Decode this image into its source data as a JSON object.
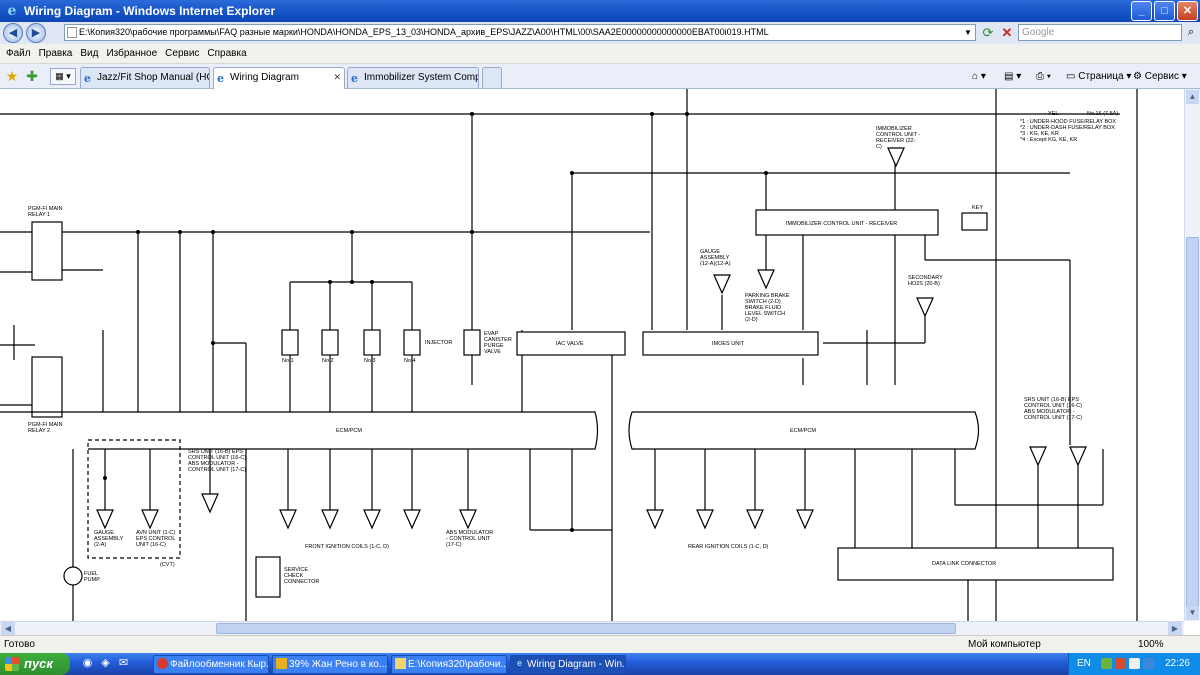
{
  "window": {
    "title": "Wiring Diagram - Windows Internet Explorer",
    "buttons": [
      "_",
      "□",
      "✕"
    ]
  },
  "address_bar": {
    "url": "E:\\Копия320\\рабочие программы\\FAQ разные марки\\HONDA\\HONDA_EPS_13_03\\HONDA_архив_EPS\\JAZZ\\A00\\HTML\\00\\SAA2E00000000000000EBAT00i019.HTML",
    "search_placeholder": "Google"
  },
  "menu": [
    "Файл",
    "Правка",
    "Вид",
    "Избранное",
    "Сервис",
    "Справка"
  ],
  "tabs": [
    {
      "label": "Jazz/Fit Shop Manual (HOND...",
      "active": false
    },
    {
      "label": "Wiring Diagram",
      "active": true
    },
    {
      "label": "Immobilizer System Compone...",
      "active": false
    }
  ],
  "toolbar": {
    "page_label": "Страница",
    "tools_label": "Сервис"
  },
  "diagram": {
    "top_note": "YEL",
    "fuse_note": "No.16 (7.5A)",
    "notes": [
      "*1  : UNDER-HOOD FUSE/RELAY BOX",
      "*2  : UNDER-DASH FUSE/RELAY BOX",
      "*3  : KG, KE, KR",
      "*4  : Except KG, KE, KR"
    ],
    "components": {
      "main_relay_1": "PGM-FI MAIN RELAY 1",
      "main_relay_2": "PGM-FI MAIN RELAY 2",
      "injector": "INJECTOR",
      "injector_nums": [
        "No.1",
        "No.2",
        "No.3",
        "No.4"
      ],
      "evap": "EVAP CANISTER PURGE VALVE",
      "iac": "IAC VALVE",
      "imoes": "IMOES UNIT",
      "immo_receiver": "IMMOBILIZER CONTROL UNIT - RECEIVER",
      "immo_note": "IMMOBILIZER CONTROL UNIT - RECEIVER (22-C)",
      "key": "KEY",
      "gauge_top": "GAUGE ASSEMBLY (12-A)(12-A)",
      "parking": "PARKING BRAKE SWITCH (2-D) BRAKE FLUID LEVEL SWITCH (2-D)",
      "secondary_ho2s": "SECONDARY HO2S (20-B)",
      "ecm": "ECM/PCM",
      "fuel_pump": "FUEL PUMP",
      "service_check": "SERVICE CHECK CONNECTOR",
      "front_coils": "FRONT IGNITION COILS (1-C, D)",
      "rear_coils": "REAR IGNITION COILS (1-C, D)",
      "dlc": "DATA LINK CONNECTOR",
      "gauge_bottom": "GAUGE ASSEMBLY (2-A)",
      "avn": "AVN UNIT (1-C) EPS CONTROL UNIT (16-C)",
      "abs_mod": "ABS MODULATOR - CONTROL UNIT (17-C)",
      "srs_left": "SRS UNIT (16-B) EPS CONTROL UNIT (16-C) ABS MODULATOR - CONTROL UNIT (17-C)",
      "srs_right": "SRS UNIT (16-B) EPS CONTROL UNIT (16-C) ABS MODULATOR - CONTROL UNIT (17-C)",
      "cvt": "(CVT)"
    }
  },
  "status_bar": {
    "left": "Готово",
    "zone": "Мой компьютер",
    "zoom": "100%"
  },
  "taskbar": {
    "start": "пуск",
    "items": [
      "Файлообменник Кыр...",
      "39% Жан Рено в ко...",
      "E:\\Копия320\\рабочи...",
      "Wiring Diagram - Win..."
    ],
    "lang": "EN",
    "clock": "22:26"
  }
}
